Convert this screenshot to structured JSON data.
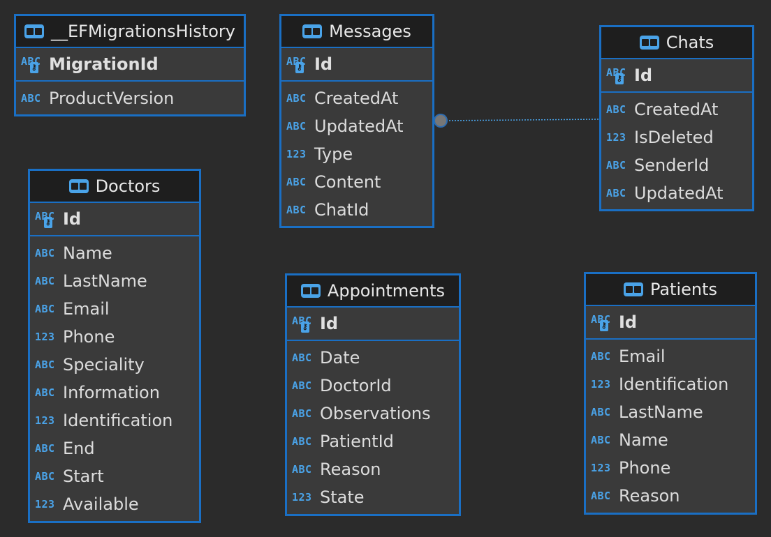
{
  "colors": {
    "accent": "#1a6fc4",
    "icon": "#4aa3e8",
    "header_bg": "#1e1e1e",
    "body_bg": "#3a3a3a",
    "canvas": "#2b2b2b"
  },
  "entities": {
    "ef_migrations": {
      "name": "__EFMigrationsHistory",
      "pk": {
        "type": "ABC",
        "name": "MigrationId"
      },
      "columns": [
        {
          "type": "ABC",
          "name": "ProductVersion"
        }
      ]
    },
    "messages": {
      "name": "Messages",
      "pk": {
        "type": "ABC",
        "name": "Id"
      },
      "columns": [
        {
          "type": "ABC",
          "name": "CreatedAt"
        },
        {
          "type": "ABC",
          "name": "UpdatedAt"
        },
        {
          "type": "123",
          "name": "Type"
        },
        {
          "type": "ABC",
          "name": "Content"
        },
        {
          "type": "ABC",
          "name": "ChatId"
        }
      ]
    },
    "chats": {
      "name": "Chats",
      "pk": {
        "type": "ABC",
        "name": "Id"
      },
      "columns": [
        {
          "type": "ABC",
          "name": "CreatedAt"
        },
        {
          "type": "123",
          "name": "IsDeleted"
        },
        {
          "type": "ABC",
          "name": "SenderId"
        },
        {
          "type": "ABC",
          "name": "UpdatedAt"
        }
      ]
    },
    "doctors": {
      "name": "Doctors",
      "pk": {
        "type": "ABC",
        "name": "Id"
      },
      "columns": [
        {
          "type": "ABC",
          "name": "Name"
        },
        {
          "type": "ABC",
          "name": "LastName"
        },
        {
          "type": "ABC",
          "name": "Email"
        },
        {
          "type": "123",
          "name": "Phone"
        },
        {
          "type": "ABC",
          "name": "Speciality"
        },
        {
          "type": "ABC",
          "name": "Information"
        },
        {
          "type": "123",
          "name": "Identification"
        },
        {
          "type": "ABC",
          "name": "End"
        },
        {
          "type": "ABC",
          "name": "Start"
        },
        {
          "type": "123",
          "name": "Available"
        }
      ]
    },
    "appointments": {
      "name": "Appointments",
      "pk": {
        "type": "ABC",
        "name": "Id"
      },
      "columns": [
        {
          "type": "ABC",
          "name": "Date"
        },
        {
          "type": "ABC",
          "name": "DoctorId"
        },
        {
          "type": "ABC",
          "name": "Observations"
        },
        {
          "type": "ABC",
          "name": "PatientId"
        },
        {
          "type": "ABC",
          "name": "Reason"
        },
        {
          "type": "123",
          "name": "State"
        }
      ]
    },
    "patients": {
      "name": "Patients",
      "pk": {
        "type": "ABC",
        "name": "Id"
      },
      "columns": [
        {
          "type": "ABC",
          "name": "Email"
        },
        {
          "type": "123",
          "name": "Identification"
        },
        {
          "type": "ABC",
          "name": "LastName"
        },
        {
          "type": "ABC",
          "name": "Name"
        },
        {
          "type": "123",
          "name": "Phone"
        },
        {
          "type": "ABC",
          "name": "Reason"
        }
      ]
    }
  }
}
